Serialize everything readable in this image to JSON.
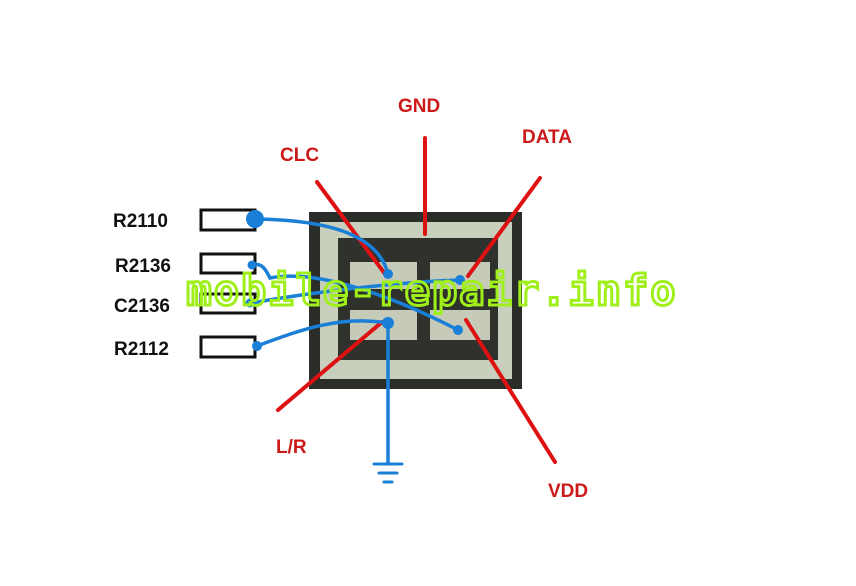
{
  "pins": {
    "gnd": "GND",
    "clc": "CLC",
    "data": "DATA",
    "lr": "L/R",
    "vdd": "VDD"
  },
  "refs": {
    "r2110": "R2110",
    "r2136": "R2136",
    "c2136": "C2136",
    "r2112": "R2112"
  },
  "watermark": "mobile-repair.info",
  "colors": {
    "pin_line": "#dd1111",
    "trace": "#1a7fd6",
    "watermark": "#9ff01a",
    "chip_body": "#2b2e28",
    "chip_frame": "#c9cfbd"
  }
}
